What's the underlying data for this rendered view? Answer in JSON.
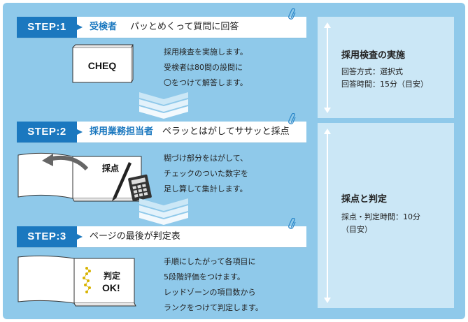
{
  "steps": [
    {
      "badge": "STEP:1",
      "actor": "受検者",
      "desc": "パッとめくって質問に回答",
      "lines": [
        "採用検査を実施します。",
        "受検者は80問の設問に",
        "〇をつけて解答します。"
      ]
    },
    {
      "badge": "STEP:2",
      "actor": "採用業務担当者",
      "desc": "ペラッとはがしてササッと採点",
      "lines": [
        "糊づけ部分をはがして、",
        "チェックのついた数字を",
        "足し算して集計します。"
      ]
    },
    {
      "badge": "STEP:3",
      "actor": "",
      "desc": "ページの最後が判定表",
      "lines": [
        "手順にしたがって各項目に",
        "5段階評価をつけます。",
        "レッドゾーンの項目数から",
        "ランクをつけて判定します。"
      ]
    }
  ],
  "illustrations": {
    "book1_text": "CHEQ",
    "book2_text": "採点",
    "book3_text1": "判定",
    "book3_text2": "OK!"
  },
  "side_panels": [
    {
      "title": "採用検査の実施",
      "lines": [
        "回答方式：選択式",
        "回答時間：15分（目安）"
      ]
    },
    {
      "title": "採点と判定",
      "lines": [
        "採点・判定時間：10分",
        "（目安）"
      ]
    }
  ],
  "colors": {
    "background": "#8fc9ea",
    "accent": "#1b78bf",
    "panel": "#cbe7f6"
  }
}
